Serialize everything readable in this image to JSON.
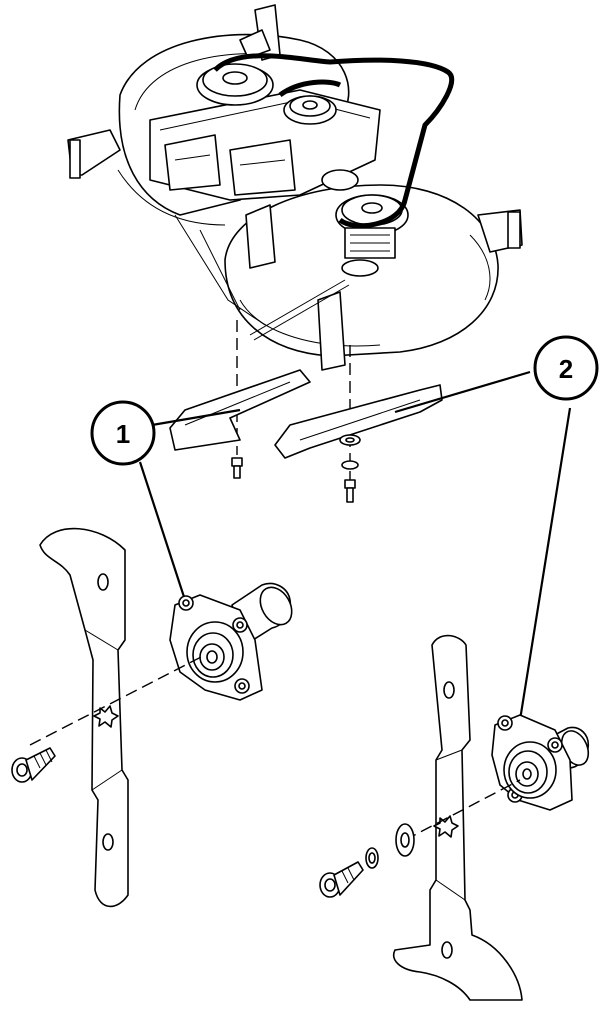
{
  "diagram": {
    "callouts": [
      {
        "id": "callout-1",
        "label": "1"
      },
      {
        "id": "callout-2",
        "label": "2"
      }
    ],
    "colors": {
      "line": "#000000",
      "fill": "#ffffff"
    }
  }
}
